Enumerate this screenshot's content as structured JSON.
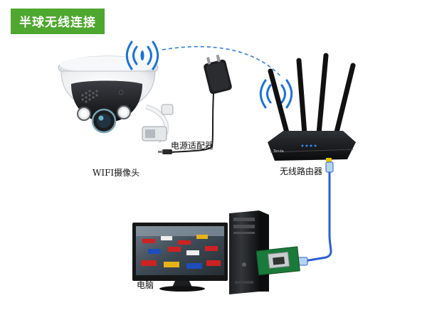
{
  "title": "半球无线连接",
  "labels": {
    "camera": "WIFI摄像头",
    "adapter": "电源适配器",
    "router": "无线路由器",
    "computer": "电脑",
    "router_brand": "Tenda"
  },
  "colors": {
    "badge": "#4ea72e",
    "wifi_wave": "#1a73d9",
    "ethernet_cable": "#2b5fd6",
    "dashed_link": "#2a7fe0"
  },
  "icons": [
    "dome-camera-icon",
    "wifi-signal-icon",
    "power-adapter-icon",
    "router-icon",
    "monitor-icon",
    "pc-tower-icon",
    "ethernet-plug-icon"
  ]
}
